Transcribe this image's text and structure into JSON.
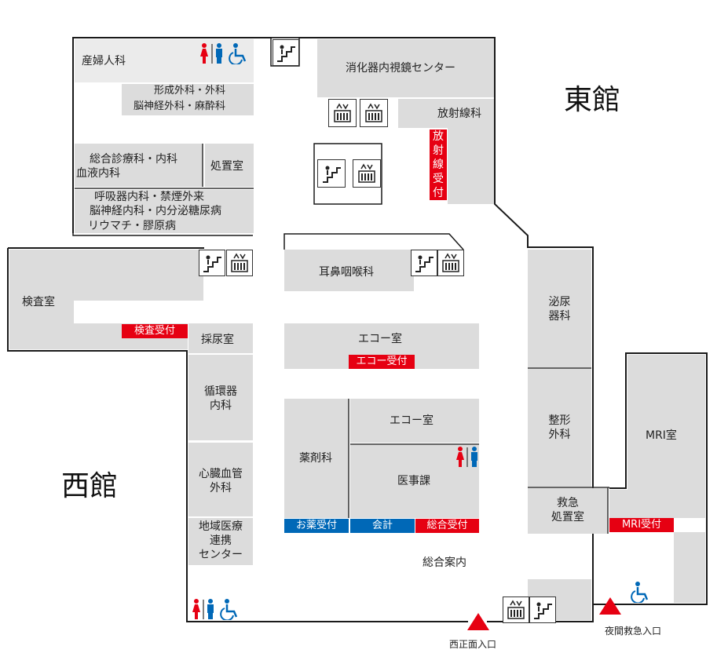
{
  "buildings": {
    "east": "東館",
    "west": "西館"
  },
  "rooms": {
    "obgyn": "産婦人科",
    "plastic_surgery": "形成外科・外科",
    "neurosurgery_anesthesia": "脳神経外科・麻酔科",
    "general_internal": "総合診療科・内科",
    "hematology": "血液内科",
    "treatment_room": "処置室",
    "respiratory": "呼吸器内科・禁煙外来",
    "neurology_endocrine": "脳神経内科・内分泌糖尿病",
    "rheumatology": "リウマチ・膠原病",
    "endoscopy_center": "消化器内視鏡センター",
    "radiology": "放射線科",
    "ent": "耳鼻咽喉科",
    "exam_room": "検査室",
    "urine_collection": "採尿室",
    "echo_room_1": "エコー室",
    "cardiology_line1": "循環器",
    "cardiology_line2": "内科",
    "cardiovascular_surgery_line1": "心臓血管",
    "cardiovascular_surgery_line2": "外科",
    "regional_center_line1": "地域医療",
    "regional_center_line2": "連携",
    "regional_center_line3": "センター",
    "pharmacy": "薬剤科",
    "echo_room_2": "エコー室",
    "medical_affairs": "医事課",
    "urology_line1": "泌尿",
    "urology_line2": "器科",
    "orthopedics_line1": "整形",
    "orthopedics_line2": "外科",
    "emergency_line1": "救急",
    "emergency_line2": "処置室",
    "mri": "MRI室",
    "general_info": "総合案内"
  },
  "reception": {
    "radiology": [
      "放",
      "射",
      "線",
      "受",
      "付"
    ],
    "exam": "検査受付",
    "echo": "エコー受付",
    "medicine": "お薬受付",
    "payment": "会計",
    "general": "総合受付",
    "mri": "MRI受付"
  },
  "entrances": {
    "west_main": "西正面入口",
    "night_emergency": "夜間救急入口"
  },
  "colors": {
    "room_fill": "#dcdcdc",
    "wall": "#1a1a1a",
    "reception_red": "#e60012",
    "reception_blue": "#0068b7",
    "restroom_male": "#0068b7",
    "restroom_female": "#e60012",
    "accessible": "#0068b7",
    "entrance_marker": "#e60012"
  },
  "icons": [
    "restroom-icon",
    "accessible-restroom-icon",
    "stairs-icon",
    "elevator-icon",
    "entrance-triangle-icon"
  ]
}
